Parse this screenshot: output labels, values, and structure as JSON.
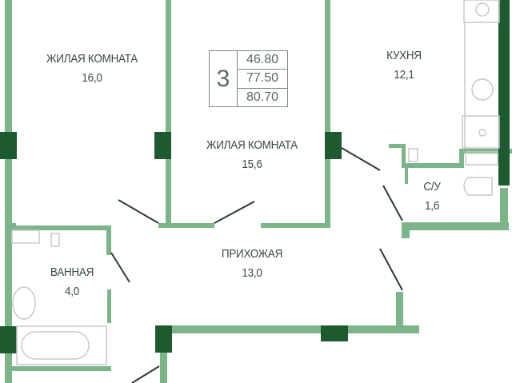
{
  "plan": {
    "rooms_count": "3",
    "areas": {
      "living": "46.80",
      "total": "77.50",
      "total_with_balcony": "80.70"
    },
    "rooms": [
      {
        "name": "ЖИЛАЯ КОМНАТА",
        "area": "16,0"
      },
      {
        "name": "ЖИЛАЯ КОМНАТА",
        "area": "15,6"
      },
      {
        "name": "КУХНЯ",
        "area": "12,1"
      },
      {
        "name": "С/У",
        "area": "1,6"
      },
      {
        "name": "ПРИХОЖАЯ",
        "area": "13,0"
      },
      {
        "name": "ВАННАЯ",
        "area": "4,0"
      }
    ]
  },
  "colors": {
    "wall_light": "#7db58a",
    "wall_dark": "#1e5a30",
    "fixture": "#c8c8c8",
    "text": "#3a4a40"
  }
}
